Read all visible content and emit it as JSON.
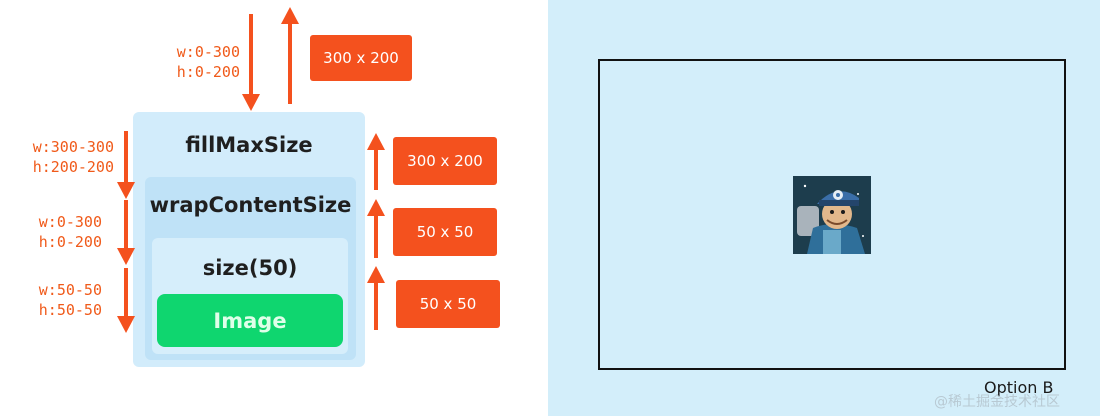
{
  "diagram": {
    "outer_box_label": "fillMaxSize",
    "middle_box_label": "wrapContentSize",
    "inner_box_label": "size(50)",
    "image_label": "Image",
    "constraints": {
      "top": "w:0-300\nh:0-200",
      "outer": "w:300-300\nh:200-200",
      "middle": "w:0-300\nh:0-200",
      "inner": "w:50-50\nh:50-50"
    },
    "sizes": {
      "top": "300 x 200",
      "outer": "300 x 200",
      "middle": "50 x 50",
      "inner": "50 x 50"
    },
    "colors": {
      "arrow": "#f4511e",
      "badge": "#f4511e",
      "image_green": "#0fd66f"
    }
  },
  "preview": {
    "option_label": "Option B",
    "avatar_icon": "astronaut-avatar-icon"
  },
  "watermark": "@稀土掘金技术社区"
}
